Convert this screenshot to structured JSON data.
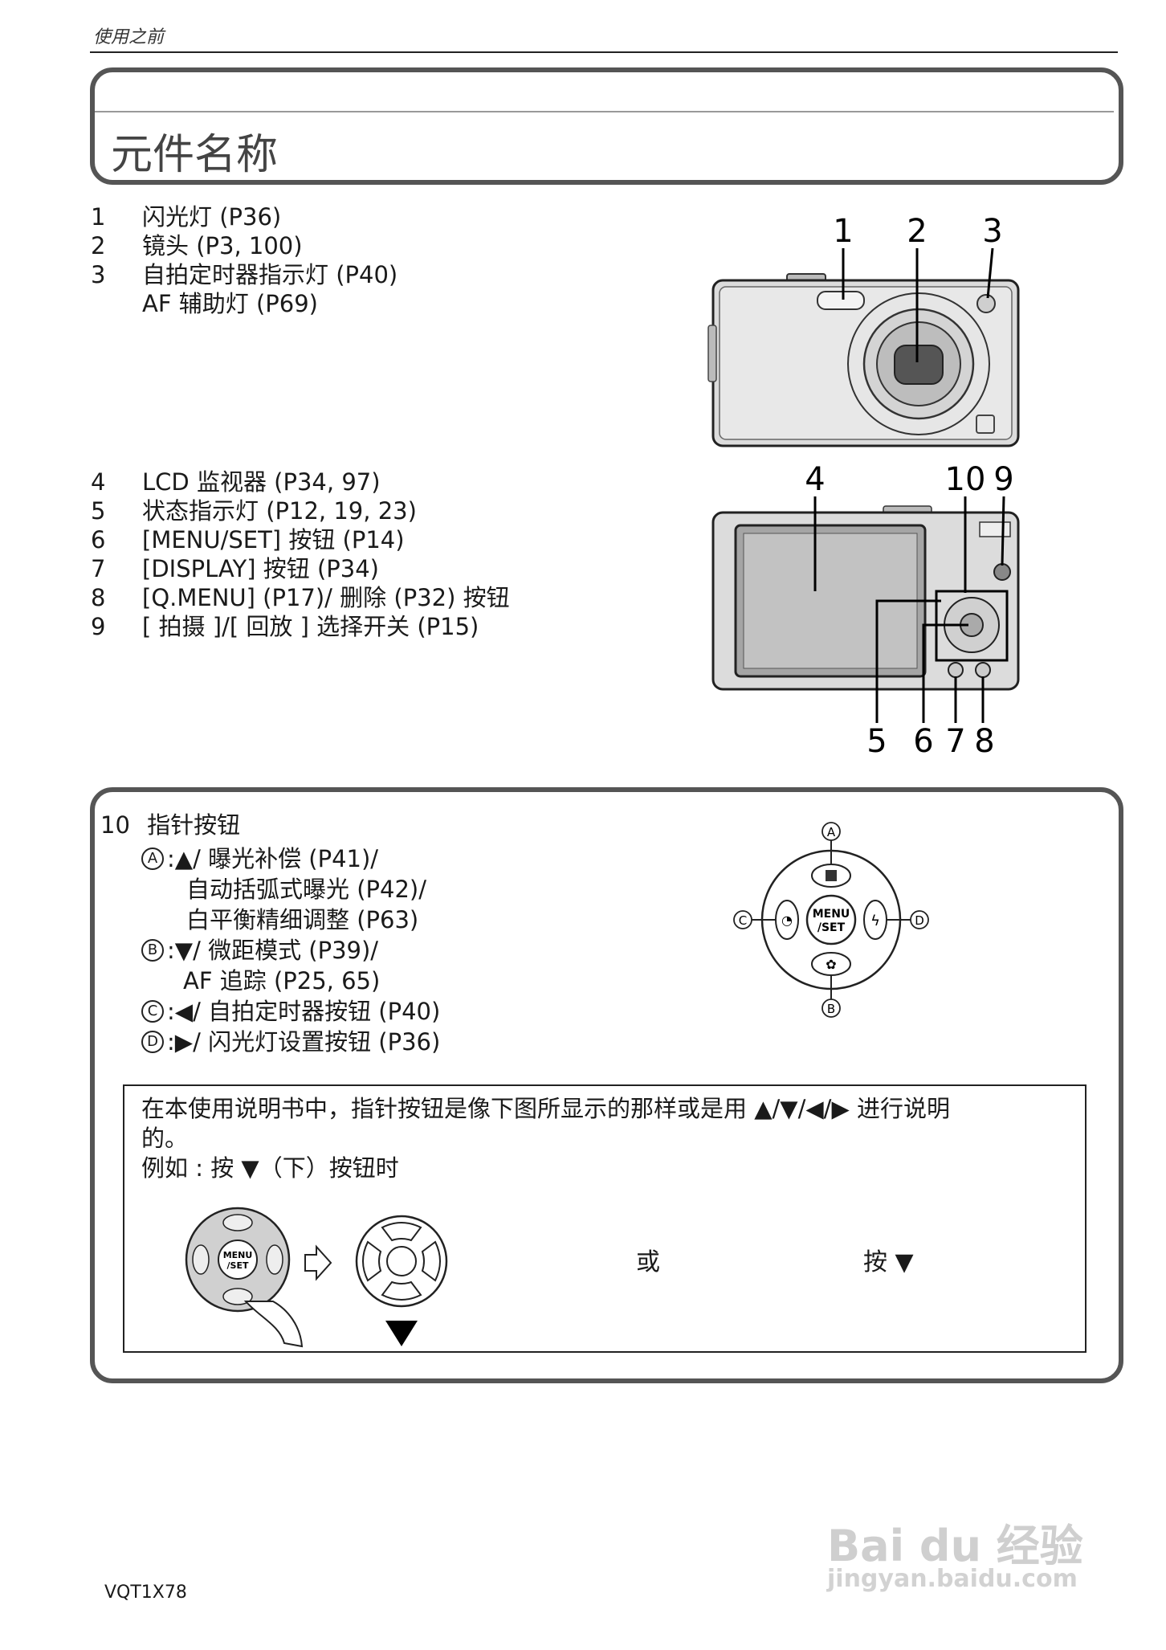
{
  "header": {
    "section": "使用之前"
  },
  "title": "元件名称",
  "parts_front": [
    {
      "num": "1",
      "text": "闪光灯 (P36)"
    },
    {
      "num": "2",
      "text": "镜头 (P3, 100)"
    },
    {
      "num": "3",
      "text": "自拍定时器指示灯 (P40)",
      "cont": "AF 辅助灯 (P69)"
    }
  ],
  "parts_back": [
    {
      "num": "4",
      "text": "LCD 监视器 (P34, 97)"
    },
    {
      "num": "5",
      "text": "状态指示灯 (P12, 19, 23)"
    },
    {
      "num": "6",
      "text": "[MENU/SET] 按钮 (P14)"
    },
    {
      "num": "7",
      "text": "[DISPLAY] 按钮 (P34)"
    },
    {
      "num": "8",
      "text": "[Q.MENU] (P17)/ 删除 (P32) 按钮"
    },
    {
      "num": "9",
      "text": "[ 拍摄 ]/[ 回放 ] 选择开关 (P15)"
    }
  ],
  "front_labels": [
    "1",
    "2",
    "3"
  ],
  "back_labels_top": [
    "4",
    "10",
    "9"
  ],
  "back_labels_bottom": [
    "5",
    "6",
    "7",
    "8"
  ],
  "cursor": {
    "heading_num": "10",
    "heading": "指针按钮",
    "a": {
      "mark": "A",
      "line1": "▲/ 曝光补偿 (P41)/",
      "line2": "自动括弧式曝光 (P42)/",
      "line3": "白平衡精细调整 (P63)"
    },
    "b": {
      "mark": "B",
      "line1": "▼/ 微距模式 (P39)/",
      "line2": "AF 追踪 (P25, 65)"
    },
    "c": {
      "mark": "C",
      "line1": "◀/ 自拍定时器按钮 (P40)"
    },
    "d": {
      "mark": "D",
      "line1": "▶/ 闪光灯设置按钮 (P36)"
    }
  },
  "dial": {
    "center_line1": "MENU",
    "center_line2": "/SET",
    "labels": [
      "A",
      "B",
      "C",
      "D"
    ]
  },
  "note": {
    "line1": "在本使用说明书中，指针按钮是像下图所显示的那样或是用 ▲/▼/◀/▶ 进行说明",
    "line2": "的。",
    "line3": "例如 : 按 ▼（下）按钮时",
    "or": "或",
    "press": "按 ▼"
  },
  "footer": "VQT1X78",
  "watermark": {
    "line1": "Bai du 经验",
    "line2": "jingyan.baidu.com"
  }
}
